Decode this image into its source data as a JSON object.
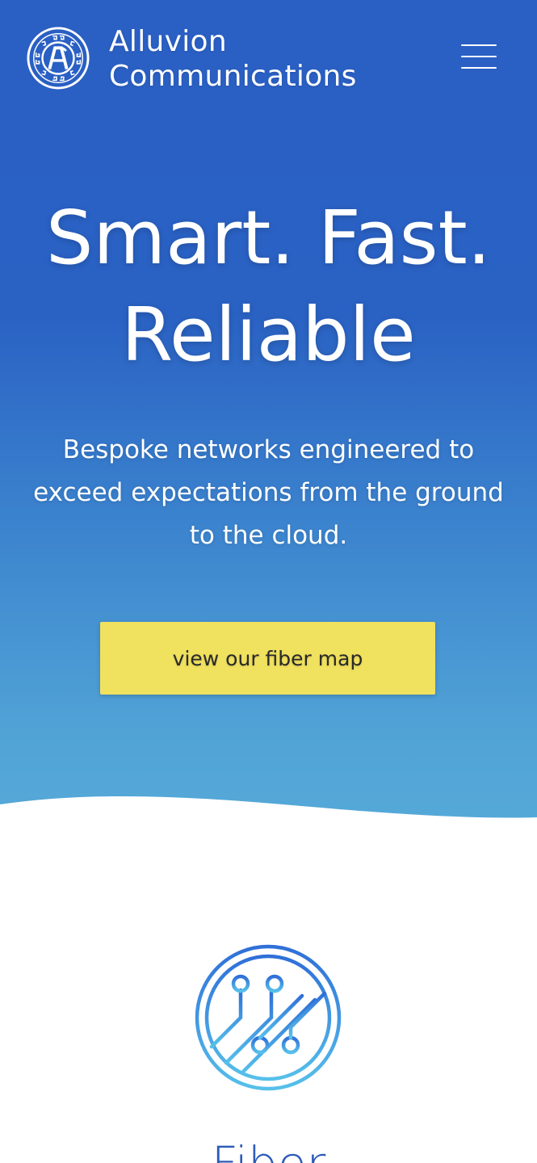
{
  "header": {
    "brand_line1": "Alluvion",
    "brand_line2": "Communications",
    "logo_icon": "alluvion-logo-icon",
    "menu_icon": "hamburger-menu-icon"
  },
  "hero": {
    "headline_line1": "Smart. Fast.",
    "headline_line2": "Reliable",
    "subline": "Bespoke networks engineered to exceed expectations from the ground to the cloud.",
    "cta_label": "view our fiber map"
  },
  "services": {
    "icon": "fiber-circuit-icon",
    "title": "Fiber"
  },
  "colors": {
    "hero_top": "#2a5fc4",
    "hero_bottom": "#55a9d8",
    "cta_background": "#f0e15f",
    "title_blue": "#2b5ab8"
  }
}
